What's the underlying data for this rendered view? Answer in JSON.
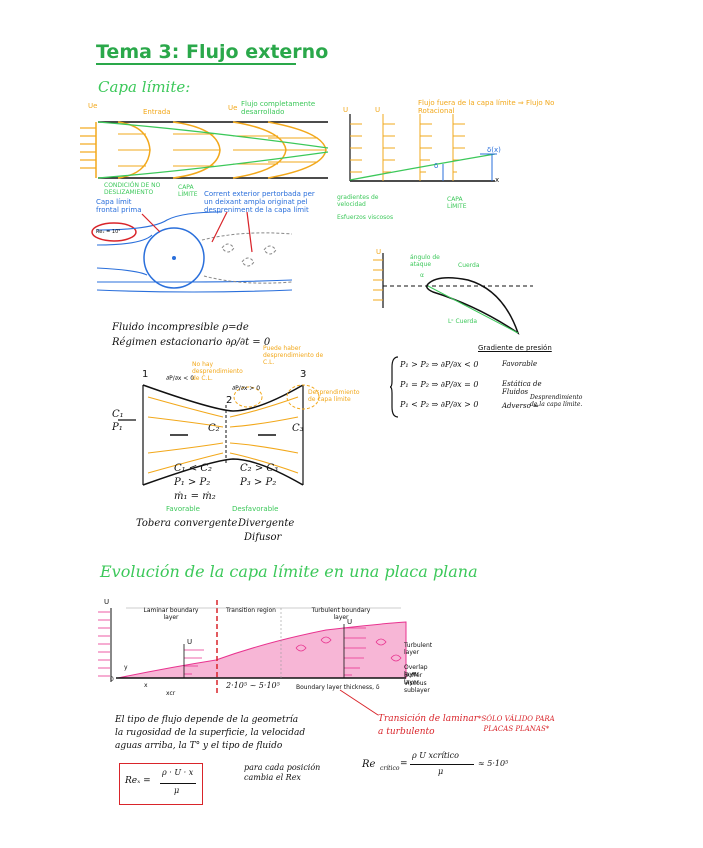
{
  "page": {
    "title": "Tema 3: Flujo externo",
    "section1": "Capa límite:",
    "section2": "Evolución de la capa límite en una placa plana"
  },
  "fig1": {
    "u_in": "Ue",
    "entrada": "Entrada",
    "ue_out": "Ue",
    "desarrollado": "Flujo completamente desarrollado",
    "condicion": "CONDICIÓN DE NO DESLIZAMIENTO",
    "capa": "CAPA LÍMITE"
  },
  "fig2": {
    "u": "U",
    "titulo": "Flujo fuera de la capa límite ⇒ Flujo No Rotacional",
    "u2": "U",
    "delta_y": "δ(x)",
    "delta": "δ",
    "x": "x",
    "gradiente": "gradientes de velocidad",
    "esfuerzos": "Esfuerzos viscosos",
    "capa": "CAPA LÍMITE"
  },
  "fig3": {
    "frontal": "Capa límit frontal prima",
    "corrent": "Corrent exterior pertorbada per un deixant ampla originat pel despreniment de la capa límit",
    "re": "Reₓ = 10⁵"
  },
  "fig4": {
    "u": "U",
    "angulo": "ángulo de ataque",
    "alpha": "α",
    "cuerda": "Cuerda",
    "long": "Lᶜ Cuerda"
  },
  "notes": {
    "line1": "Fluido incompresible  ρ=de",
    "line2": "Régimen estacionario  ∂ρ/∂t = 0"
  },
  "nozzle": {
    "n1": "1",
    "n2": "2",
    "n3": "3",
    "c1": "C₁",
    "p1": "P₁",
    "c2": "C₂",
    "c3": "C₃",
    "no_dep": "No hay desprendimiento de C.L.",
    "puede": "Puede haber desprendimiento de C.L.",
    "desp": "Desprendimiento de capa límite",
    "eq_left": "∂P/∂x < 0",
    "eq_right": "∂P/∂x > 0",
    "l1": "C₁ < C₂",
    "l2": "P₁ > P₂",
    "l3": "ṁ₁ = ṁ₂",
    "r1": "C₂ > C₃",
    "r2": "P₃ > P₂",
    "fav": "Favorable",
    "desf": "Desfavorable",
    "tobera": "Tobera convergente",
    "divergente": "Divergente",
    "difusor": "Difusor"
  },
  "pressure": {
    "title": "Gradiente de presión",
    "r1a": "P₁ > P₂ ⇒ ∂P/∂x < 0",
    "r1b": "Favorable",
    "r2a": "P₁ = P₂ ⇒ ∂P/∂x = 0",
    "r2b": "Estática de Fluidos",
    "r3a": "P₁ < P₂ ⇒ ∂P/∂x > 0",
    "r3b": "Adverso ⇒",
    "r3c": "Desprendimiento de la capa límite."
  },
  "plate": {
    "u": "U",
    "laminar": "Laminar boundary layer",
    "transition": "Transition region",
    "turbulent": "Turbulent boundary layer",
    "u2": "U",
    "u3": "U",
    "turb_layer": "Turbulent layer",
    "overlap": "Overlap layer",
    "buffer": "Buffer layer",
    "viscous": "Viscous sublayer",
    "thickness": "Boundary layer thickness, δ",
    "y": "y",
    "x": "x",
    "zero": "0",
    "xcr": "xcr",
    "range": "2·10⁵ ~ 5·10⁵"
  },
  "bottom": {
    "p1": "El tipo de flujo depende de la geometría",
    "p2": "la rugosidad de la superficie, la velocidad",
    "p3": "aguas arriba, la T° y el tipo de fluido",
    "cada1": "para cada posición",
    "cada2": "cambia el Rex",
    "rex_lhs": "Reₓ =",
    "rex_num": "ρ · U · x",
    "rex_den": "μ",
    "trans1": "Transición de laminar",
    "trans2": "a turbulento",
    "solo1": "*SÓLO VÁLIDO PARA",
    "solo2": "PLACAS PLANAS*",
    "recr_lhs": "Re",
    "recr_sub": "crítico",
    "recr_eq": "=",
    "recr_num": "ρ U xcrítico",
    "recr_den": "μ",
    "recr_rhs": "≈ 5·10⁵"
  },
  "colors": {
    "title": "#2aa84a",
    "orange": "#f2a81b",
    "blue": "#2a6fdb",
    "red": "#d9242a",
    "green": "#3cc85a",
    "pink": "#e8338f"
  }
}
